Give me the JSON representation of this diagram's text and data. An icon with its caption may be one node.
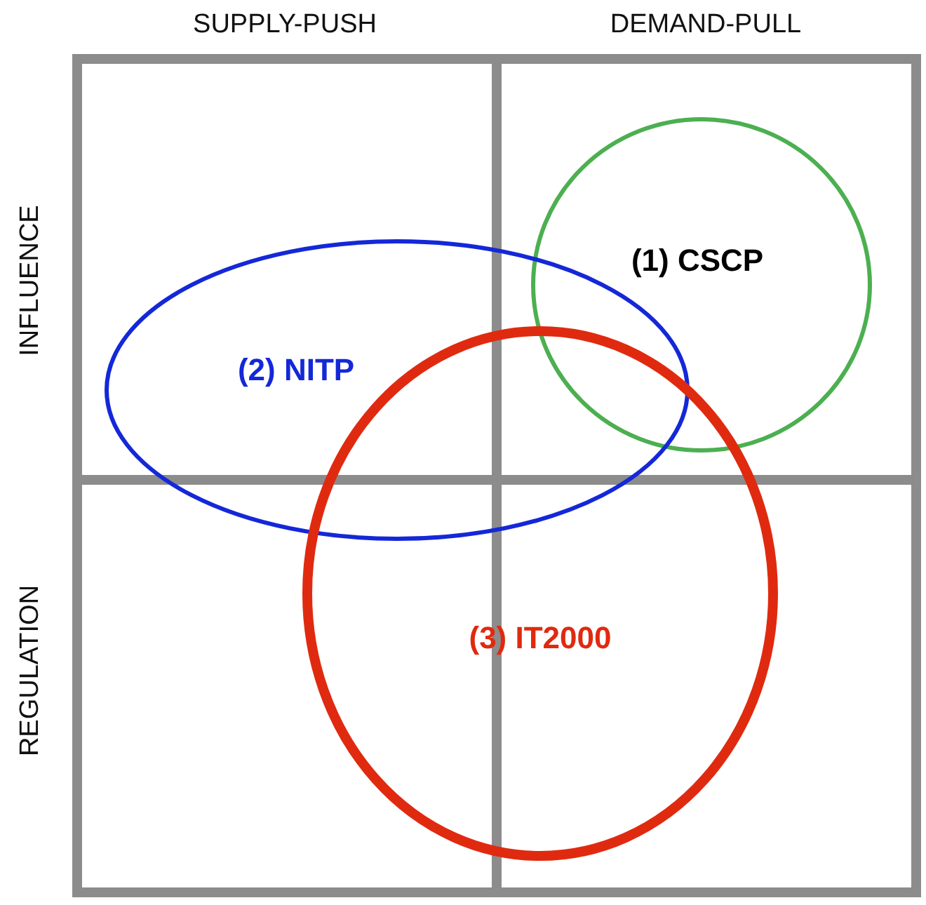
{
  "diagram": {
    "nodes": [
      {
        "text": [
          "(1) CSCP"
        ]
      },
      {
        "text": [
          "(2) NITP"
        ]
      },
      {
        "text": [
          "(3) IT2000"
        ]
      }
    ],
    "labels": [
      "SUPPLY-PUSH",
      "DEMAND-PULL",
      "INFLUENCE",
      "REGULATION"
    ]
  }
}
